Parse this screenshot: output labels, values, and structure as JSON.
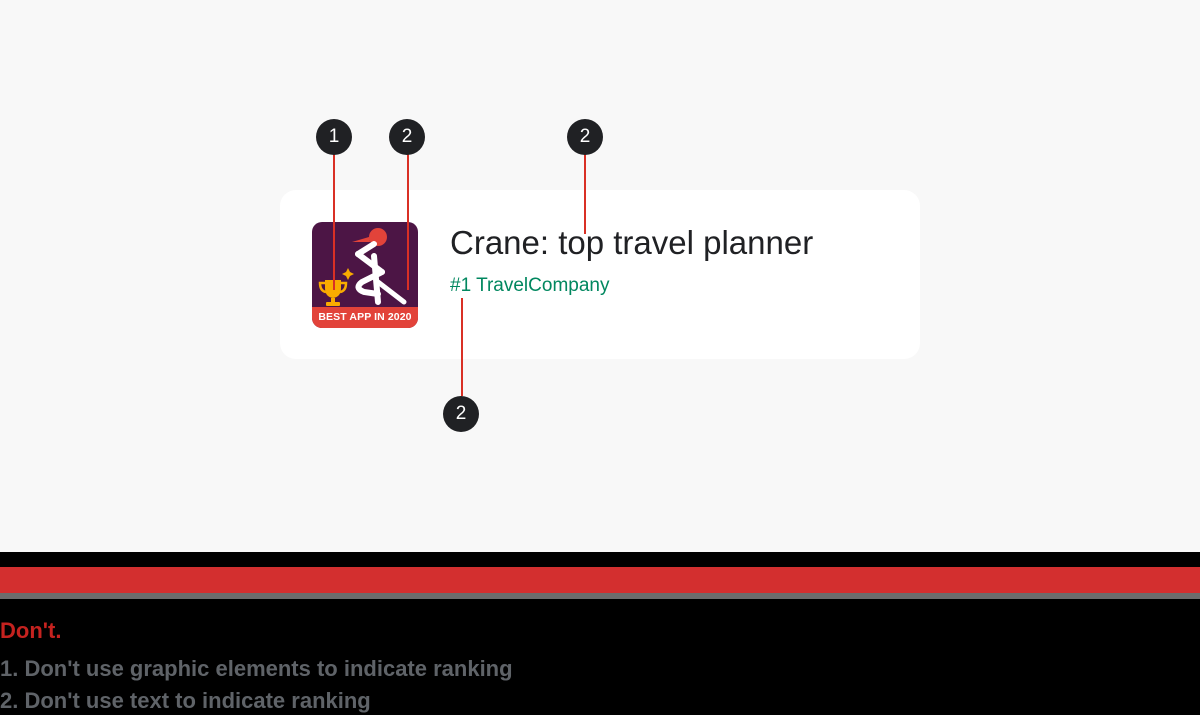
{
  "listing": {
    "app_title": "Crane: top travel planner",
    "developer": "#1 TravelCompany",
    "icon": {
      "name": "crane-app-icon",
      "badge_text": "BEST APP IN 2020",
      "trophy_icon": "trophy-icon",
      "background_color": "#4c1545",
      "badge_color": "#e2433a"
    }
  },
  "callouts": [
    {
      "number": "1"
    },
    {
      "number": "2"
    },
    {
      "number": "2"
    },
    {
      "number": "2"
    }
  ],
  "guidance": {
    "verdict": "Don't.",
    "items": [
      "1. Don't use graphic elements to indicate ranking",
      "2. Don't use text to indicate ranking"
    ],
    "verdict_color": "#c5221f"
  },
  "colors": {
    "developer_green": "#01875f",
    "callout_line": "#d93025",
    "callout_dot": "#202124",
    "red_bar": "#d32f2f"
  }
}
